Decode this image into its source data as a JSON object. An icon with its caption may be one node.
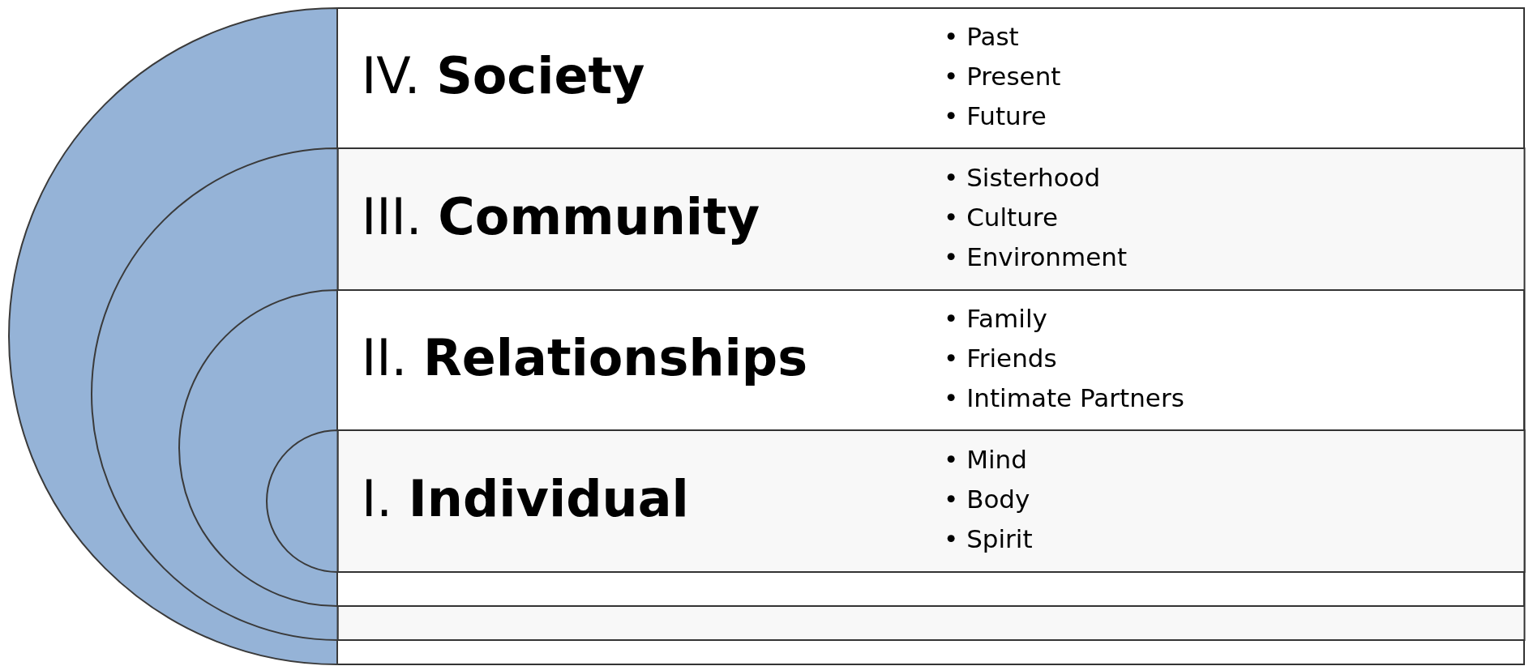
{
  "diagram": {
    "nodes": [
      {
        "text": [
          "IV. **Society**",
          "• Past",
          "• Present",
          "• Future"
        ]
      },
      {
        "text": [
          "III. **Community**",
          "• Sisterhood",
          "• Culture",
          "• Environment"
        ],
        "in": 0
      },
      {
        "text": [
          "II. **Relationships**",
          "• Family",
          "• Friends",
          "• Intimate Partners"
        ],
        "in": 1
      },
      {
        "text": [
          "I. **Individual**",
          "• Mind",
          "• Body",
          "• Spirit"
        ],
        "in": 2
      }
    ]
  }
}
